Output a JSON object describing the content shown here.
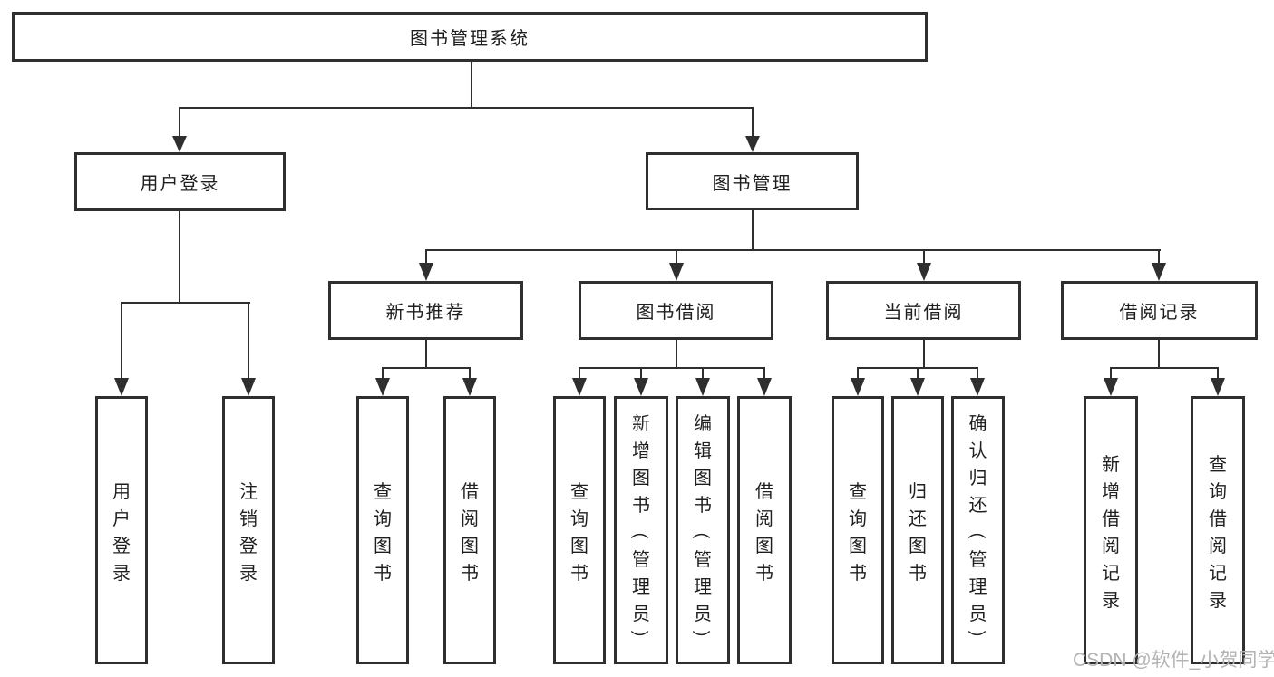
{
  "page": {
    "background": "#ffffff"
  },
  "colors": {
    "line": "#2f2f2f",
    "box_border": "#2f2f2f",
    "box_fill": "#ffffff",
    "text": "#1f1f1f",
    "watermark": "#b3b3b3"
  },
  "diagram": {
    "root": {
      "label": "图书管理系统"
    },
    "login": {
      "label": "用户登录",
      "children": [
        "用户登录",
        "注销登录"
      ]
    },
    "book_mgmt": {
      "label": "图书管理"
    },
    "new_books": {
      "label": "新书推荐",
      "children": [
        "查询图书",
        "借阅图书"
      ]
    },
    "borrow": {
      "label": "图书借阅",
      "children": [
        "查询图书",
        "新增图书（管理员）",
        "编辑图书（管理员）",
        "借阅图书"
      ]
    },
    "current": {
      "label": "当前借阅",
      "children": [
        "查询图书",
        "归还图书",
        "确认归还（管理员）"
      ]
    },
    "records": {
      "label": "借阅记录",
      "children": [
        "新增借阅记录",
        "查询借阅记录"
      ]
    }
  },
  "watermark": {
    "text": "CSDN @软件_小贺同学"
  }
}
